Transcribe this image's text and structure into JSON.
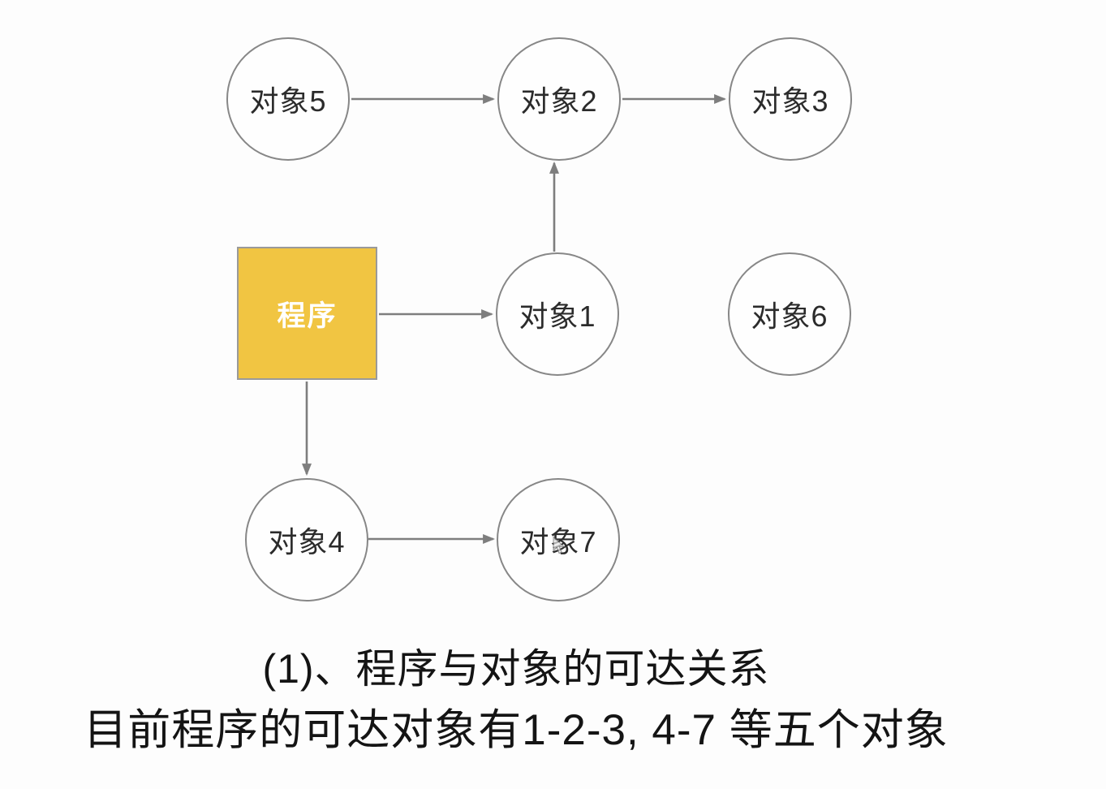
{
  "diagram": {
    "program_node": {
      "label": "程序",
      "fill": "#F1C542",
      "text_color": "#FFFFFF"
    },
    "object_nodes": [
      {
        "id": "object-5",
        "label": "对象5"
      },
      {
        "id": "object-2",
        "label": "对象2"
      },
      {
        "id": "object-3",
        "label": "对象3"
      },
      {
        "id": "object-1",
        "label": "对象1"
      },
      {
        "id": "object-6",
        "label": "对象6"
      },
      {
        "id": "object-4",
        "label": "对象4"
      },
      {
        "id": "object-7",
        "label": "对象7"
      }
    ],
    "edges": [
      {
        "from": "对象5",
        "to": "对象2"
      },
      {
        "from": "对象2",
        "to": "对象3"
      },
      {
        "from": "对象1",
        "to": "对象2"
      },
      {
        "from": "程序",
        "to": "对象1"
      },
      {
        "from": "程序",
        "to": "对象4"
      },
      {
        "from": "对象4",
        "to": "对象7"
      }
    ],
    "stroke_color": "#7e7e7e"
  },
  "caption": {
    "line1": "(1)、程序与对象的可达关系",
    "line2": "目前程序的可达对象有1-2-3, 4-7 等五个对象"
  }
}
